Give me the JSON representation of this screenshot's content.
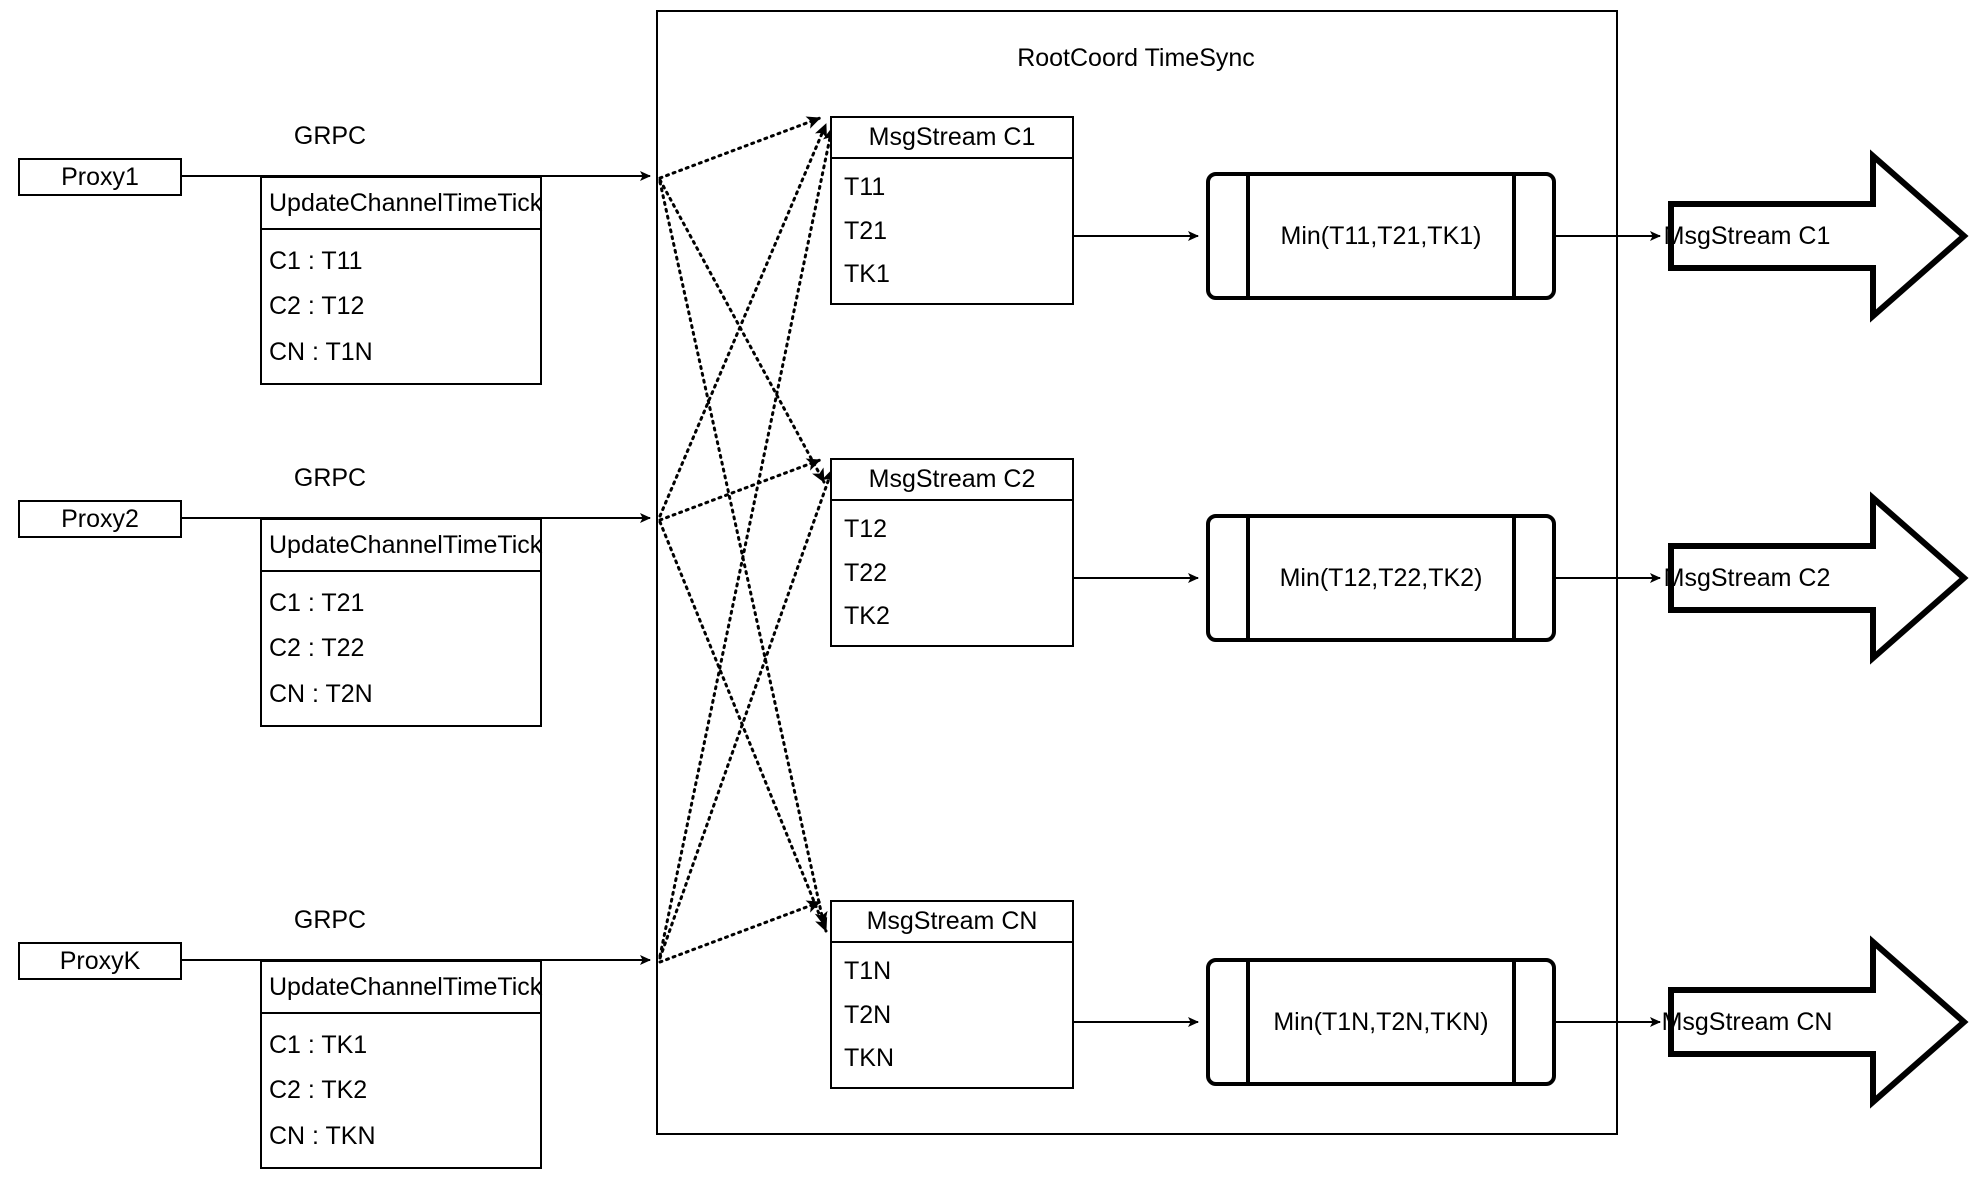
{
  "diagram": {
    "title": "RootCoord TimeSync",
    "proxies": [
      {
        "name": "Proxy1",
        "link_label": "GRPC",
        "request": {
          "header": "UpdateChannelTimeTick",
          "rows": [
            "C1 :  T11",
            "C2 :  T12",
            "CN : T1N"
          ]
        }
      },
      {
        "name": "Proxy2",
        "link_label": "GRPC",
        "request": {
          "header": "UpdateChannelTimeTick",
          "rows": [
            "C1 :  T21",
            "C2 :  T22",
            "CN : T2N"
          ]
        }
      },
      {
        "name": "ProxyK",
        "link_label": "GRPC",
        "request": {
          "header": "UpdateChannelTimeTick",
          "rows": [
            "C1 :  TK1",
            "C2 :  TK2",
            "CN : TKN"
          ]
        }
      }
    ],
    "channels": [
      {
        "stream": {
          "header": "MsgStream C1",
          "rows": [
            "T11",
            "T21",
            "TK1"
          ]
        },
        "process": "Min(T11,T21,TK1)",
        "output": "MsgStream C1"
      },
      {
        "stream": {
          "header": "MsgStream C2",
          "rows": [
            "T12",
            "T22",
            "TK2"
          ]
        },
        "process": "Min(T12,T22,TK2)",
        "output": "MsgStream C2"
      },
      {
        "stream": {
          "header": "MsgStream CN",
          "rows": [
            "T1N",
            "T2N",
            "TKN"
          ]
        },
        "process": "Min(T1N,T2N,TKN)",
        "output": "MsgStream CN"
      }
    ],
    "colors": {
      "stroke": "#000000",
      "background": "#ffffff"
    }
  }
}
